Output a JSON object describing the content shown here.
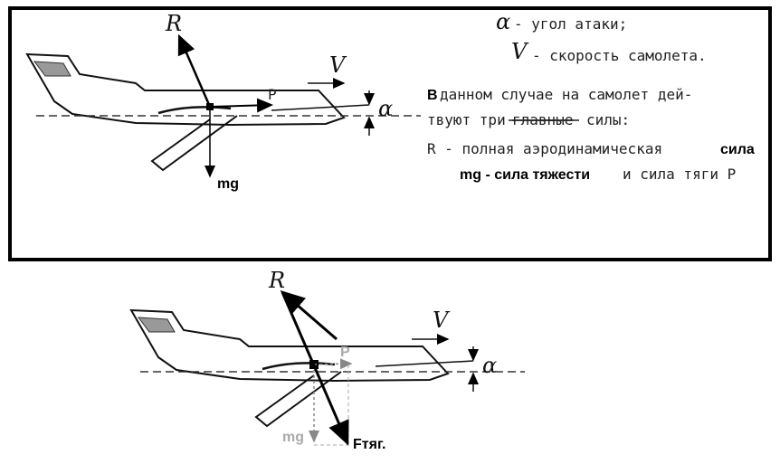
{
  "legend": {
    "alpha_symbol": "α",
    "alpha_text": "- угол атаки;",
    "v_symbol": "V",
    "v_text": "- скорость самолета."
  },
  "paragraph": {
    "line1_bold": "В",
    "line1": "данном случае на самолет дей-",
    "line2_a": "твуют три",
    "line2_struck": "главные",
    "line2_b": "силы:",
    "line3": "R - полная аэродинамическая",
    "line3_bold": "сила",
    "line4_bold": "mg - сила тяжести",
    "line4": "и сила тяги P"
  },
  "top_diagram": {
    "R": "R",
    "V": "V",
    "P": "P",
    "alpha": "α",
    "mg": "mg"
  },
  "bottom_diagram": {
    "R": "R",
    "V": "V",
    "P": "P",
    "alpha": "α",
    "mg": "mg",
    "F": "Fтяг."
  },
  "colors": {
    "frame": "#000000",
    "faded_label": "#aaaaaa"
  }
}
